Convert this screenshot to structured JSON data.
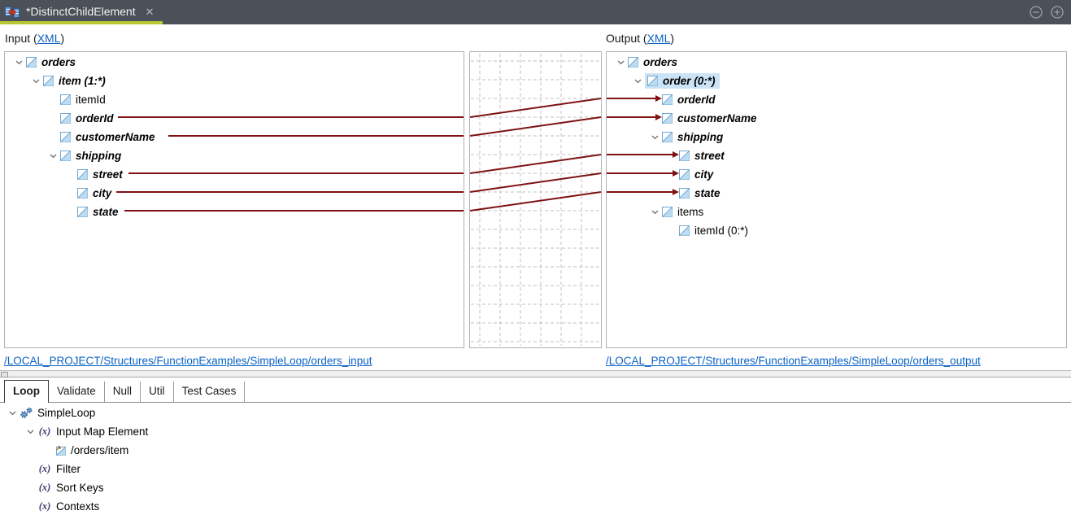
{
  "titlebar": {
    "tab_title": "*DistinctChildElement",
    "close_label": "✕"
  },
  "colors": {
    "accent_underline": "#b9c832",
    "mapping_line": "#7f1212",
    "link": "#0a62c5",
    "selection": "#cbe3f7",
    "titlebar_bg": "#4b5158"
  },
  "input_panel": {
    "title_prefix": "Input (",
    "title_link": "XML",
    "title_suffix": ")",
    "path_link": "/LOCAL_PROJECT/Structures/FunctionExamples/SimpleLoop/orders_input",
    "rows": [
      {
        "label": "orders"
      },
      {
        "label": "item (1:*)"
      },
      {
        "label": "itemId"
      },
      {
        "label": "orderId"
      },
      {
        "label": "customerName"
      },
      {
        "label": "shipping"
      },
      {
        "label": "street"
      },
      {
        "label": "city"
      },
      {
        "label": "state"
      }
    ]
  },
  "output_panel": {
    "title_prefix": "Output (",
    "title_link": "XML",
    "title_suffix": ")",
    "path_link": "/LOCAL_PROJECT/Structures/FunctionExamples/SimpleLoop/orders_output",
    "rows": [
      {
        "label": "orders"
      },
      {
        "label": "order (0:*)"
      },
      {
        "label": "orderId"
      },
      {
        "label": "customerName"
      },
      {
        "label": "shipping"
      },
      {
        "label": "street"
      },
      {
        "label": "city"
      },
      {
        "label": "state"
      },
      {
        "label": "items"
      },
      {
        "label": "itemId (0:*)"
      }
    ]
  },
  "mappings": [
    {
      "from": "orderId",
      "to": "orderId"
    },
    {
      "from": "customerName",
      "to": "customerName"
    },
    {
      "from": "street",
      "to": "street"
    },
    {
      "from": "city",
      "to": "city"
    },
    {
      "from": "state",
      "to": "state"
    }
  ],
  "function_tabs": {
    "tabs": [
      {
        "label": "Loop"
      },
      {
        "label": "Validate"
      },
      {
        "label": "Null"
      },
      {
        "label": "Util"
      },
      {
        "label": "Test Cases"
      }
    ]
  },
  "loop_tree": {
    "rows": [
      {
        "label": "SimpleLoop"
      },
      {
        "label": "Input Map Element"
      },
      {
        "label": "/orders/item"
      },
      {
        "label": "Filter"
      },
      {
        "label": "Sort Keys"
      },
      {
        "label": "Contexts"
      }
    ]
  }
}
